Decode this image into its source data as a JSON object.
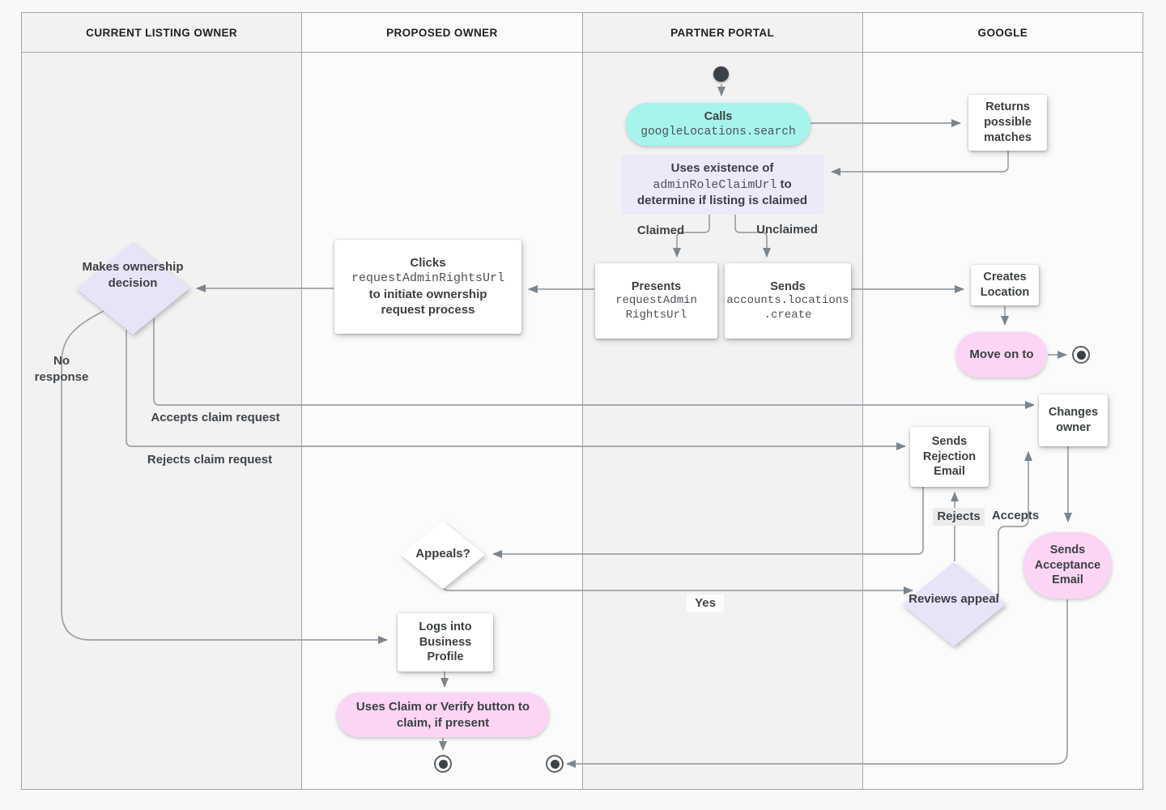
{
  "colors": {
    "teal": "#a6f4ec",
    "lavender": "#e9e3f8",
    "lavender_flat": "#ece9f9",
    "pink": "#fbd5f3",
    "line_gray": "#9aa2a8",
    "text_dark": "#3c4043"
  },
  "lanes": [
    {
      "title": "CURRENT LISTING OWNER"
    },
    {
      "title": "PROPOSED OWNER"
    },
    {
      "title": "PARTNER PORTAL"
    },
    {
      "title": "GOOGLE"
    }
  ],
  "nodes": {
    "calls": {
      "title": "Calls",
      "code": "googleLocations.search"
    },
    "returns_matches": {
      "label": "Returns possible matches"
    },
    "uses_existence": {
      "line1": "Uses existence of",
      "code": "adminRoleClaimUrl",
      "after_code": "to",
      "line2": "determine if listing is claimed"
    },
    "presents": {
      "title": "Presents",
      "code_lines": [
        "requestAdmin",
        "RightsUrl"
      ]
    },
    "sends_create": {
      "title": "Sends",
      "code_lines": [
        "accounts.locations",
        ".create"
      ]
    },
    "clicks": {
      "title": "Clicks",
      "code": "requestAdminRightsUrl",
      "line2": "to initiate ownership",
      "line3": "request process"
    },
    "makes_decision": {
      "label": "Makes ownership decision"
    },
    "creates_location": {
      "label": "Creates Location"
    },
    "move_on": {
      "label": "Move on to"
    },
    "changes_owner": {
      "label": "Changes owner"
    },
    "sends_rejection": {
      "label": "Sends Rejection Email"
    },
    "sends_acceptance": {
      "label": "Sends Acceptance Email"
    },
    "reviews_appeal": {
      "label": "Reviews appeal"
    },
    "appeals": {
      "label": "Appeals?"
    },
    "logs_in": {
      "label": "Logs into Business Profile"
    },
    "claim_verify": {
      "label": "Uses Claim or Verify button to claim, if present"
    }
  },
  "edge_labels": {
    "claimed": "Claimed",
    "unclaimed": "Unclaimed",
    "no_response": "No response",
    "accepts_claim": "Accepts claim request",
    "rejects_claim": "Rejects claim request",
    "rejects": "Rejects",
    "accepts": "Accepts",
    "yes": "Yes"
  }
}
